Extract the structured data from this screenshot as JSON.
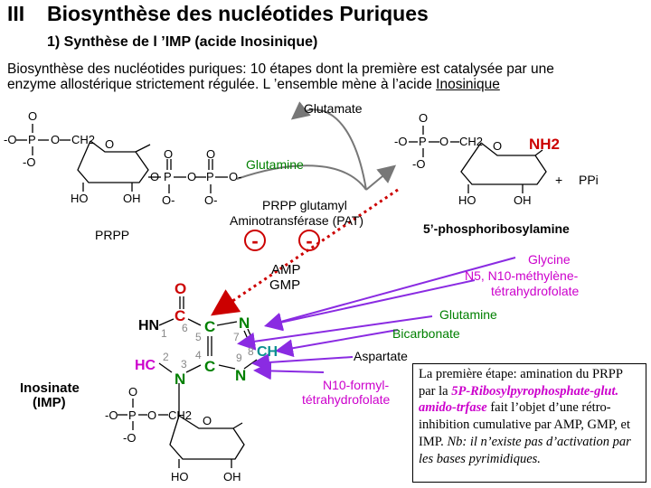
{
  "section_roman": "III",
  "title": "Biosynthèse des nucléotides Puriques",
  "subtitle": "1)  Synthèse de l ’IMP (acide Inosinique)",
  "intro_line1": "Biosynthèse des nucléotides puriques: 10 étapes dont la première est catalysée par une",
  "intro_line2_pre": "enzyme allostérique strictement régulée. L ’ensemble mène à l’acide ",
  "intro_line2_ul": "Inosinique",
  "glutamate": "Glutamate",
  "glutamine_top": "Glutamine",
  "enzyme_line1": "PRPP glutamyl",
  "enzyme_line2": "Aminotransférase (PAT)",
  "prpp": "PRPP",
  "amp": "AMP",
  "gmp": "GMP",
  "minus": "-",
  "nh2": "NH2",
  "plus": "+",
  "ppi": "PPi",
  "ribosylamine": "5’-phosphoribosylamine",
  "glycine": "Glycine",
  "methylene_line1": "N5, N10-méthylène-",
  "methylene_line2": "tétrahydrofolate",
  "glutamine_right": "Glutamine",
  "bicarbonate": "Bicarbonate",
  "aspartate": "Aspartate",
  "formyl_line1": "N10-formyl-",
  "formyl_line2": "tétrahydrofolate",
  "inosinate_line1": "Inosinate",
  "inosinate_line2": "(IMP)",
  "chem": {
    "O": "O",
    "Om": "-O",
    "P": "P",
    "CH2": "CH2",
    "HO": "HO",
    "OH": "OH",
    "Ominus": "O-",
    "C": "C",
    "N": "N",
    "HN": "HN",
    "HC": "HC",
    "CH": "CH",
    "n1": "1",
    "n2": "2",
    "n3": "3",
    "n4": "4",
    "n5": "5",
    "n6": "6",
    "n7": "7",
    "n8": "8",
    "n9": "9"
  },
  "note": {
    "t1": "La première étape: amination du PRPP par la ",
    "t2": "5P-Ribosylpyrophosphate-glut. amido-trfase",
    "t3": " fait l’objet d’une rétro-inhibition cumulative par AMP, GMP, et IMP. ",
    "t4": "Nb: il n’existe pas d’activation par les bases pyrimidiques."
  }
}
